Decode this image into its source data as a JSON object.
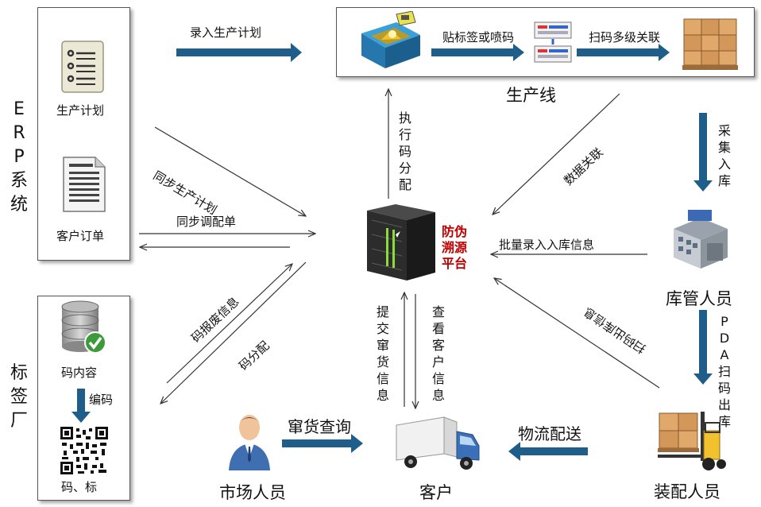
{
  "erp": {
    "side_label": "ERP系统",
    "production_plan": "生产计划",
    "customer_order": "客户订单"
  },
  "label_factory": {
    "side_label": "标签厂",
    "code_content": "码内容",
    "encode": "编码",
    "codes_labels": "码、标"
  },
  "production": {
    "caption": "生产线",
    "step_label": "贴标签或喷码",
    "step_link": "扫码多级关联"
  },
  "platform": {
    "name_line1": "防伪",
    "name_line2": "溯源",
    "name_line3": "平台"
  },
  "flows": {
    "enter_plan": "录入生产计划",
    "sync_plan": "同步生产计划",
    "sync_allot": "同步调配单",
    "code_scrap": "码报废信息",
    "code_allot": "码分配",
    "exec_code": "执行码分配",
    "data_link": "数据关联",
    "collect_in": "采集入库",
    "batch_in": "批量录入入库信息",
    "scan_out": "扫码出库信息",
    "pda_out": "PDA扫码出库",
    "submit_leak": "提交窜货信息",
    "view_customer": "查看客户信息",
    "leak_query": "窜货查询",
    "logistics": "物流配送"
  },
  "roles": {
    "warehouse": "库管人员",
    "assembler": "装配人员",
    "customer": "客户",
    "market": "市场人员"
  },
  "colors": {
    "arrow_blue": "#1f5d8a",
    "platform_red": "#c00000"
  },
  "icons": [
    "list-doc-icon",
    "document-icon",
    "database-check-icon",
    "qr-code-icon",
    "machine-icon",
    "label-sheet-icon",
    "boxes-pallet-icon",
    "server-icon",
    "warehouse-building-icon",
    "forklift-boxes-icon",
    "truck-icon",
    "person-icon"
  ]
}
